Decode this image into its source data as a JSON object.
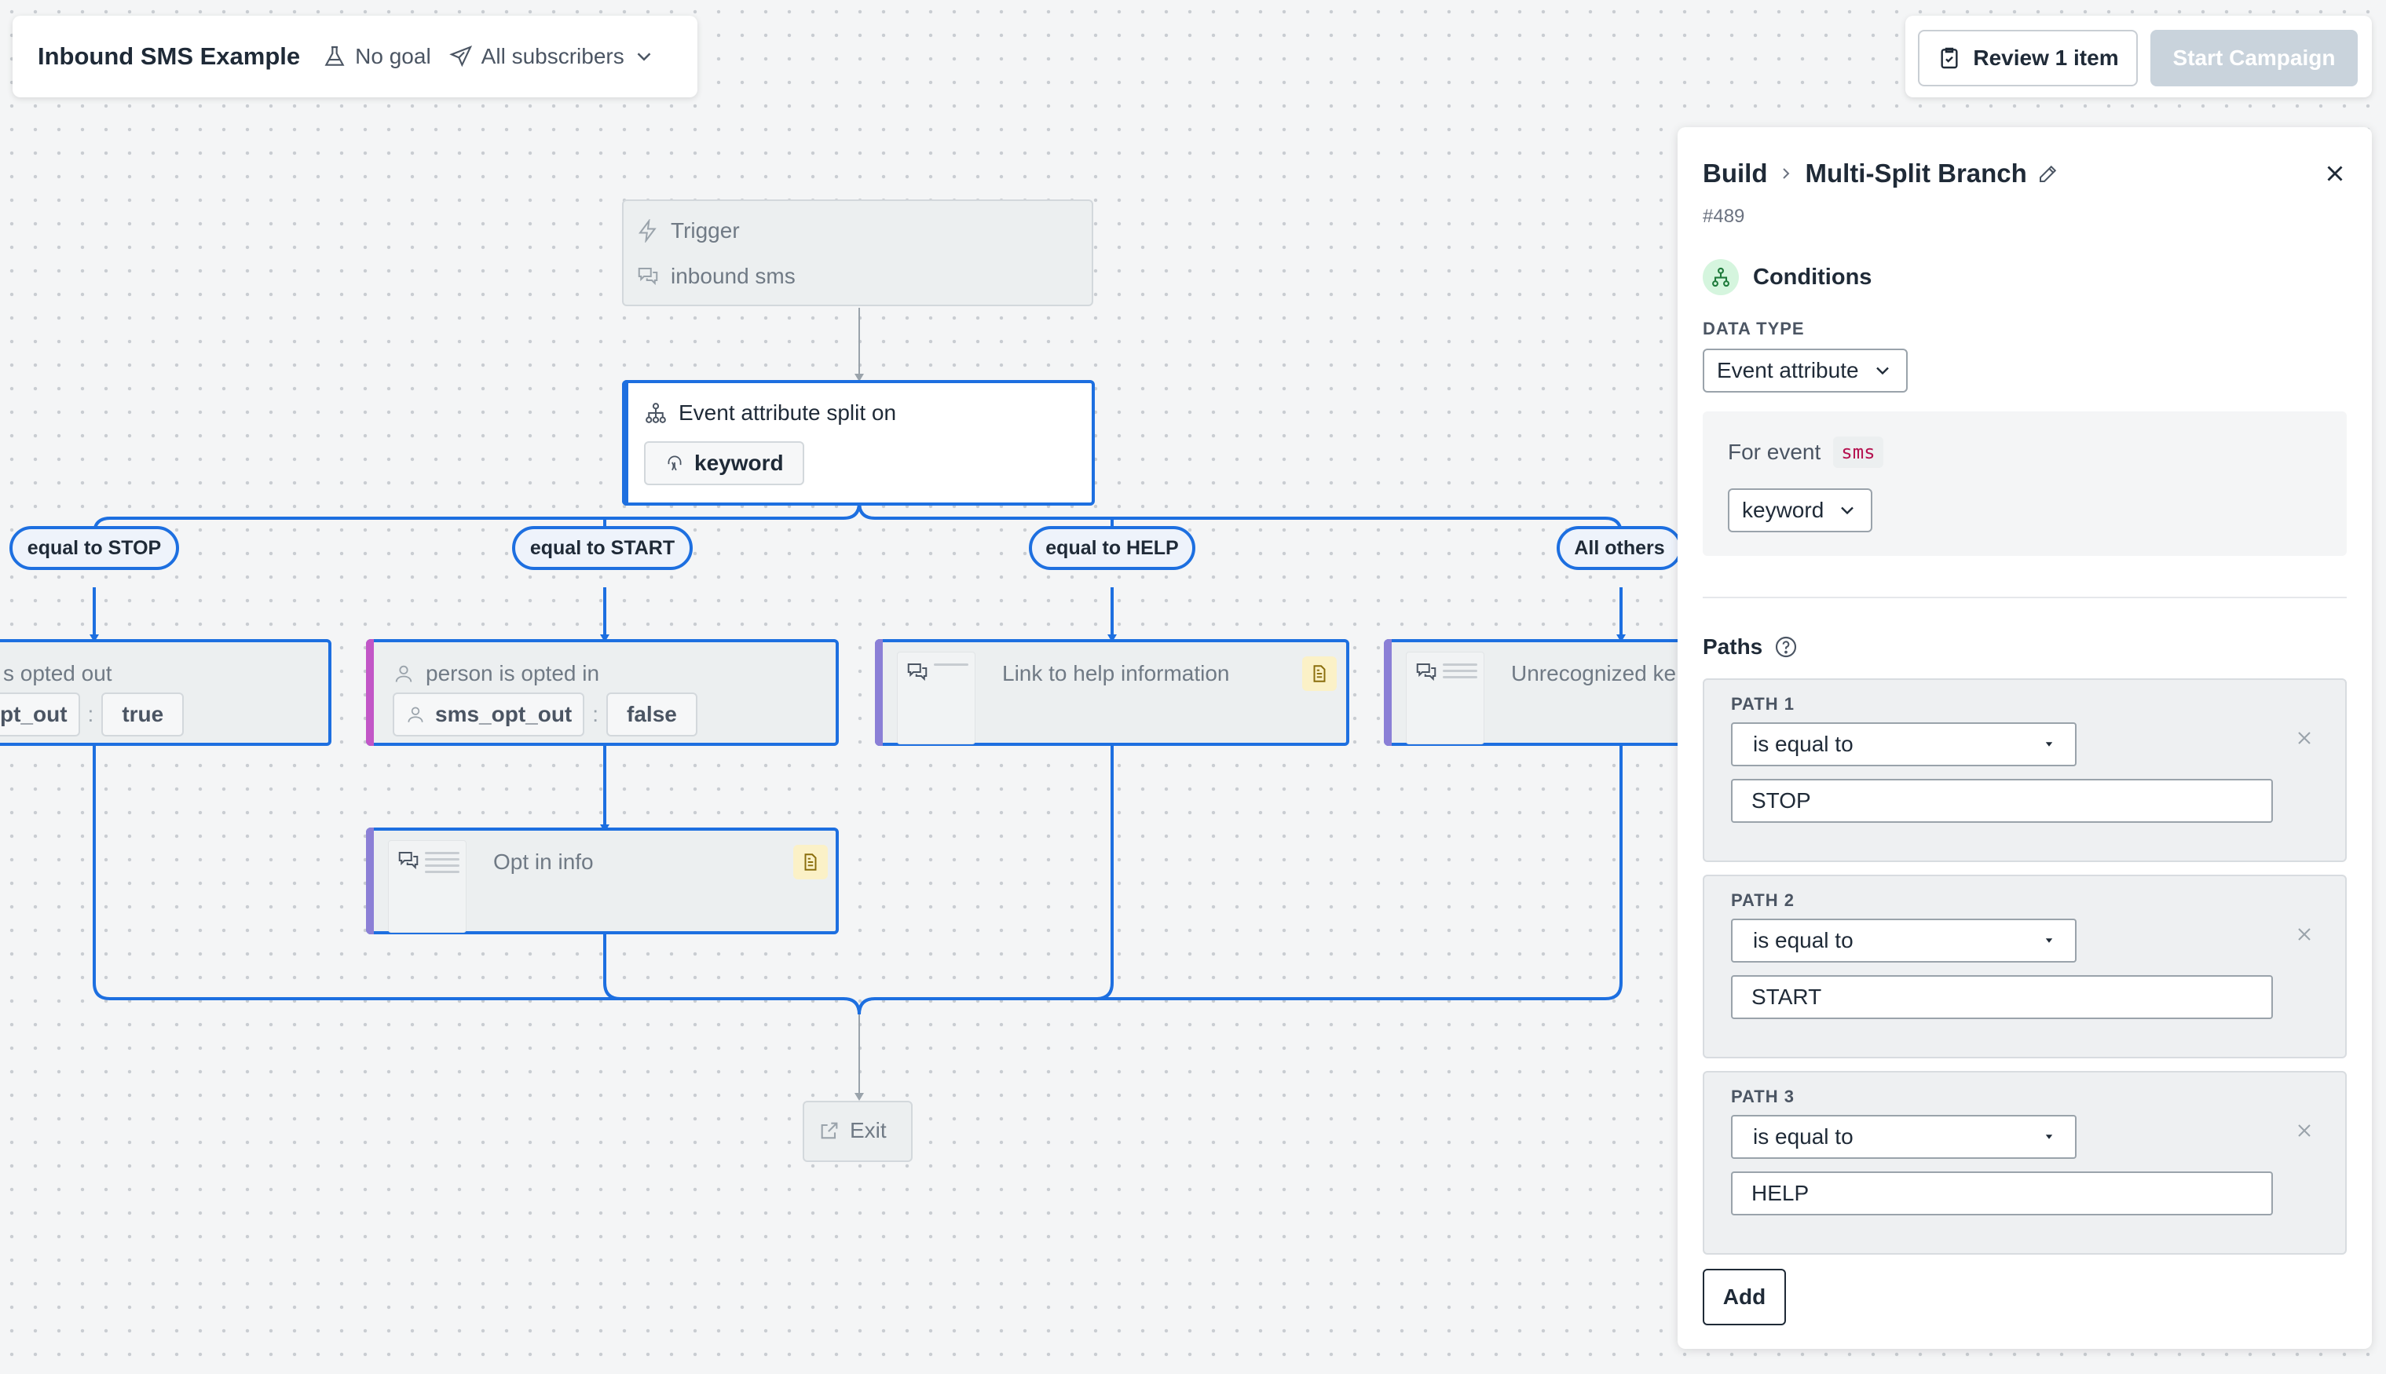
{
  "header": {
    "title": "Inbound SMS Example",
    "goal": "No goal",
    "audience": "All subscribers"
  },
  "actions": {
    "review_label": "Review 1 item",
    "start_label": "Start Campaign"
  },
  "flow": {
    "trigger": {
      "title": "Trigger",
      "event": "inbound sms"
    },
    "split": {
      "title": "Event attribute split on",
      "attribute": "keyword"
    },
    "branches": [
      "equal to STOP",
      "equal to START",
      "equal to HELP",
      "All others"
    ],
    "stop_node": {
      "text": "s opted out",
      "field": "pt_out",
      "colon": ":",
      "value": "true"
    },
    "start_node": {
      "text": "person is opted in",
      "field": "sms_opt_out",
      "colon": ":",
      "value": "false"
    },
    "help_node": {
      "text": "Link to help information"
    },
    "others_node": {
      "text": "Unrecognized ke"
    },
    "optin_node": {
      "text": "Opt in info"
    },
    "exit": {
      "label": "Exit"
    }
  },
  "panel": {
    "crumb_root": "Build",
    "crumb_current": "Multi-Split Branch",
    "id": "#489",
    "conditions_title": "Conditions",
    "data_type_label": "DATA TYPE",
    "data_type_value": "Event attribute",
    "for_event_label": "For event",
    "event_name": "sms",
    "attribute_value": "keyword",
    "paths_title": "Paths",
    "paths": [
      {
        "label": "PATH 1",
        "operator": "is equal to",
        "value": "STOP"
      },
      {
        "label": "PATH 2",
        "operator": "is equal to",
        "value": "START"
      },
      {
        "label": "PATH 3",
        "operator": "is equal to",
        "value": "HELP"
      }
    ],
    "add_label": "Add"
  },
  "colors": {
    "accent_blue": "#1d6fe0",
    "node_muted": "#eceff0",
    "start_button_disabled": "#c9d3dc",
    "conditions_icon_bg": "#d5f5de",
    "code_text": "#b5114f"
  }
}
